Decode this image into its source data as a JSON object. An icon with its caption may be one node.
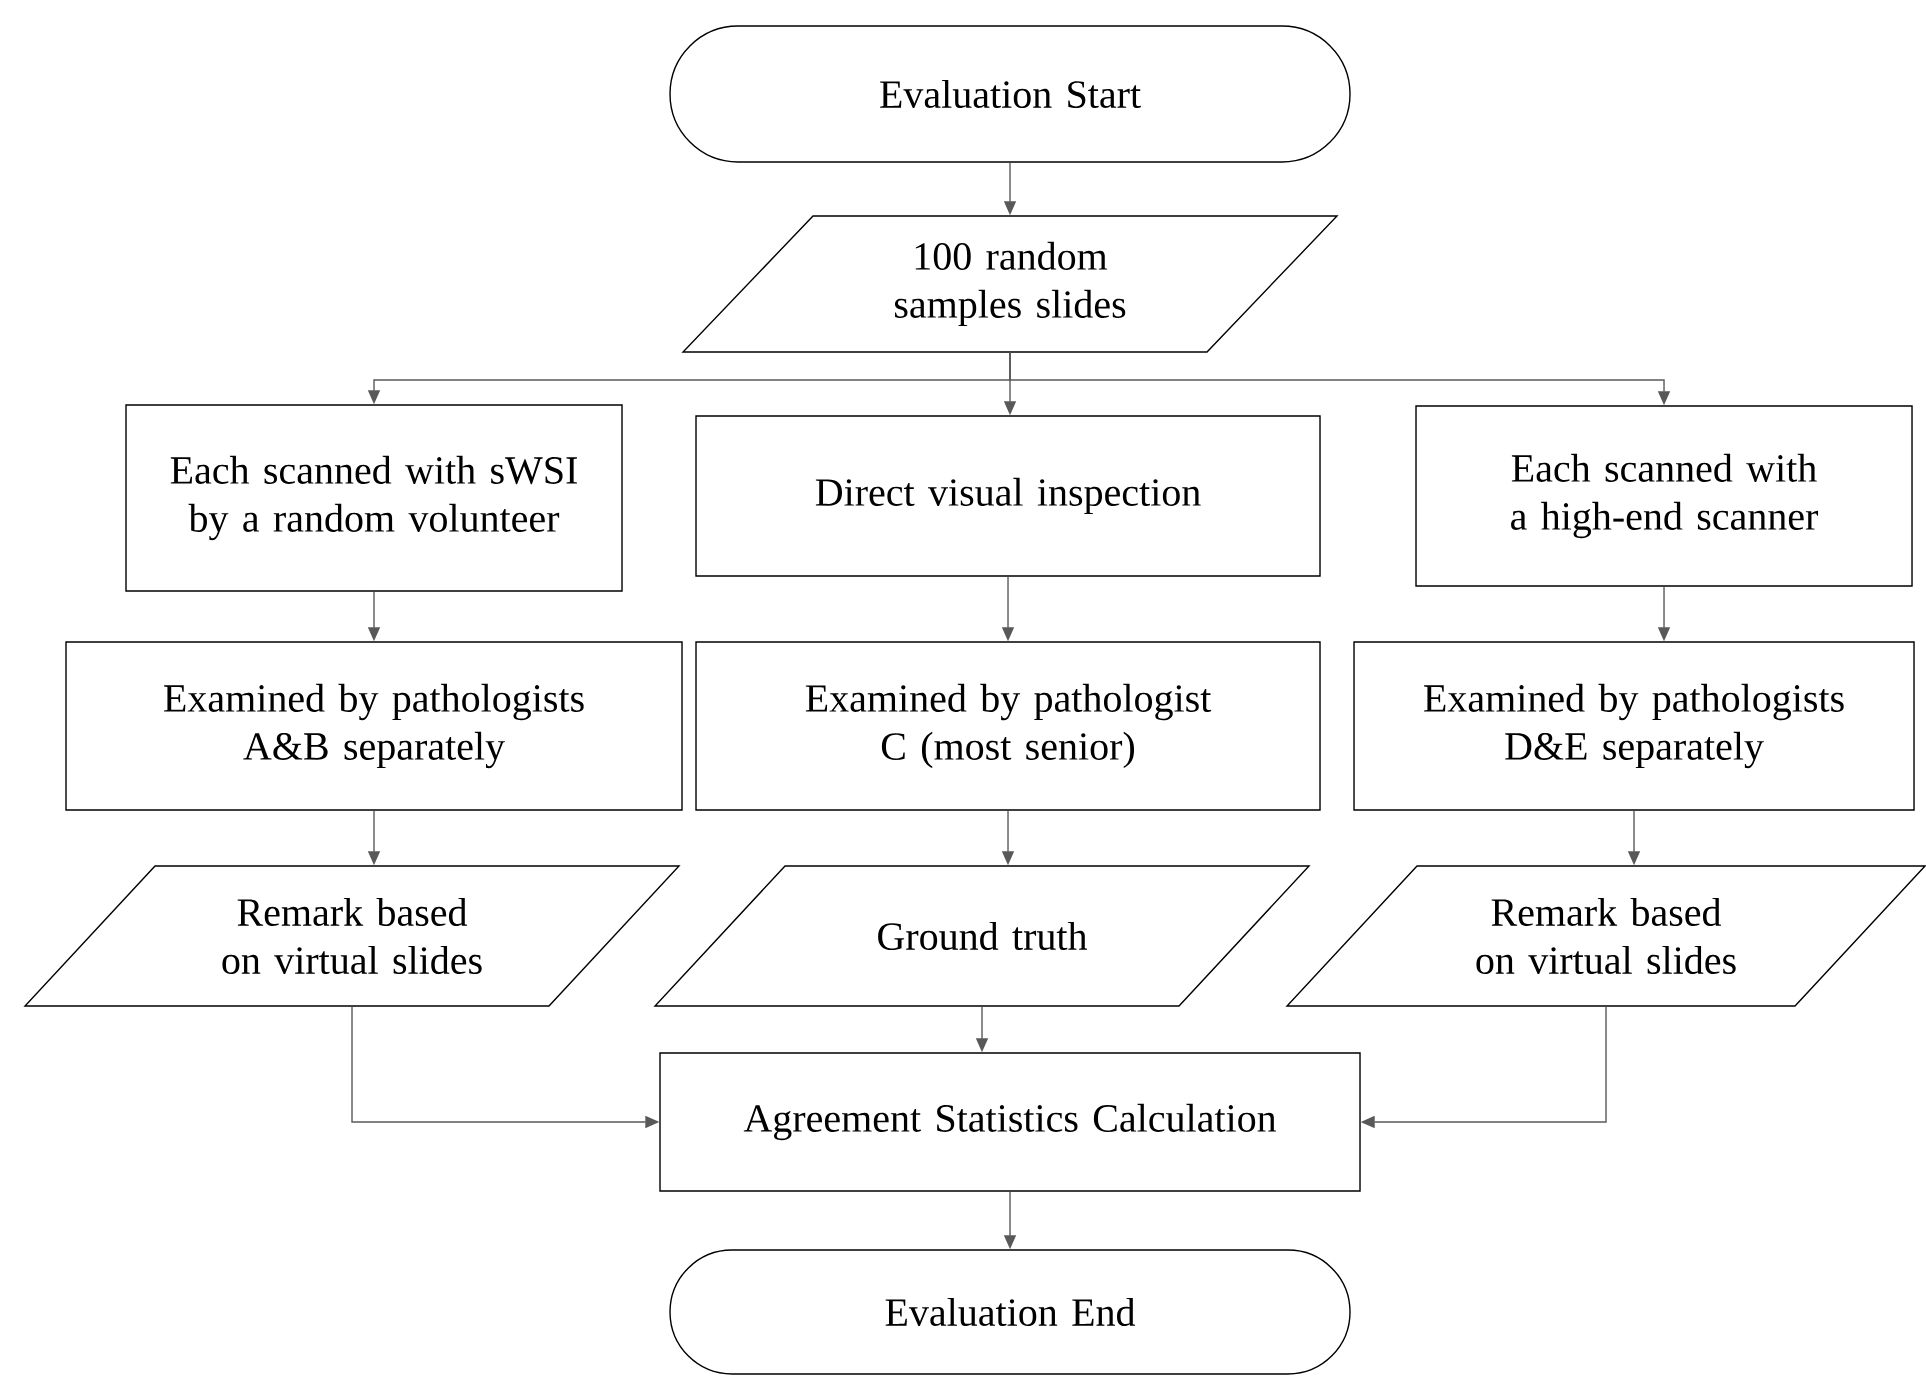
{
  "diagram": {
    "nodes": [
      {
        "text": [
          "Evaluation Start"
        ]
      },
      {
        "text": [
          "100 random samples slides"
        ]
      },
      {
        "text": [
          "Each scanned with sWSI by a random volunteer"
        ]
      },
      {
        "text": [
          "Direct visual inspection"
        ]
      },
      {
        "text": [
          "Each scanned with a high-end scanner"
        ]
      },
      {
        "text": [
          "Examined by pathologists A&B separately"
        ]
      },
      {
        "text": [
          "Examined by pathologist C (most senior)"
        ]
      },
      {
        "text": [
          "Examined by pathologists D&E separately"
        ]
      },
      {
        "text": [
          "Remark based on virtual slides"
        ]
      },
      {
        "text": [
          "Ground truth"
        ]
      },
      {
        "text": [
          "Remark based on virtual slides"
        ]
      },
      {
        "text": [
          "Agreement Statistics Calculation"
        ]
      },
      {
        "text": [
          "Evaluation End"
        ]
      }
    ],
    "edges": [
      {
        "from": 0,
        "to": 1,
        "arrow": "to"
      },
      {
        "from": 1,
        "to": 2,
        "arrow": "to"
      },
      {
        "from": 1,
        "to": 3,
        "arrow": "to"
      },
      {
        "from": 1,
        "to": 4,
        "arrow": "to"
      },
      {
        "from": 2,
        "to": 5,
        "arrow": "to"
      },
      {
        "from": 3,
        "to": 6,
        "arrow": "to"
      },
      {
        "from": 4,
        "to": 7,
        "arrow": "to"
      },
      {
        "from": 5,
        "to": 8,
        "arrow": "to"
      },
      {
        "from": 6,
        "to": 9,
        "arrow": "to"
      },
      {
        "from": 7,
        "to": 10,
        "arrow": "to"
      },
      {
        "from": 8,
        "to": 11,
        "arrow": "to"
      },
      {
        "from": 9,
        "to": 11,
        "arrow": "to"
      },
      {
        "from": 10,
        "to": 11,
        "arrow": "to"
      },
      {
        "from": 11,
        "to": 12,
        "arrow": "to"
      }
    ]
  }
}
